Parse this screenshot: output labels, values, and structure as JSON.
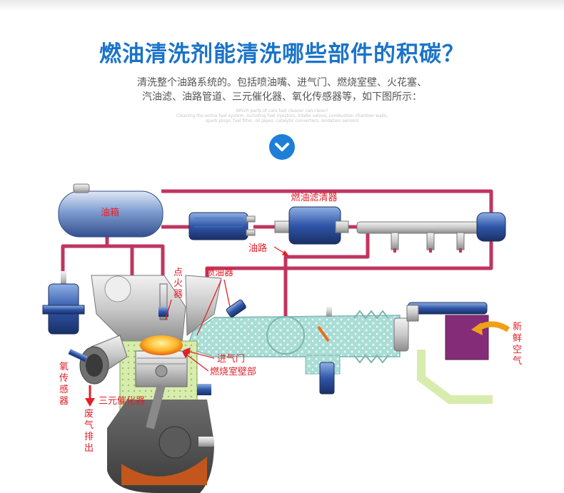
{
  "header": {
    "title": "燃油清洗剂能清洗哪些部件的积碳？",
    "subtitle_line1": "清洗整个油路系统的。包括喷油嘴、进气门、燃烧室壁、火花塞、",
    "subtitle_line2": "汽油滤、油路管道、三元催化器、氧化传感器等，如下图所示：",
    "english_line1": "Which parts of cars fuel cleaner can clean?",
    "english_line2": "Cleaning the entire fuel system, including fuel injectors, intake valves, combustion chamber walls,",
    "english_line3": "spark plugs, fuel filter, oil pipes, catalytic converters, oxidation sensors"
  },
  "scroll_indicator": {
    "icon": "chevron-down-icon",
    "color": "#1e7fd8"
  },
  "diagram": {
    "labels": {
      "fuel_tank": "油箱",
      "fuel_filter": "燃油滤清器",
      "fuel_line": "油路",
      "spark_plug": "点火器",
      "injector": "喷油器",
      "intake_valve": "进气门",
      "combustion_wall": "燃烧室壁部",
      "oxygen_sensor": "氧传感器",
      "catalytic_converter": "三元催化器",
      "exhaust": "废气排出",
      "fresh_air": "新鲜空气"
    },
    "colors": {
      "fuel_line": "#c0355f",
      "label": "#e0202a",
      "component": "#2d4fa0",
      "air_duct": "#a9ddd6",
      "arrow": "#f0a018"
    }
  }
}
